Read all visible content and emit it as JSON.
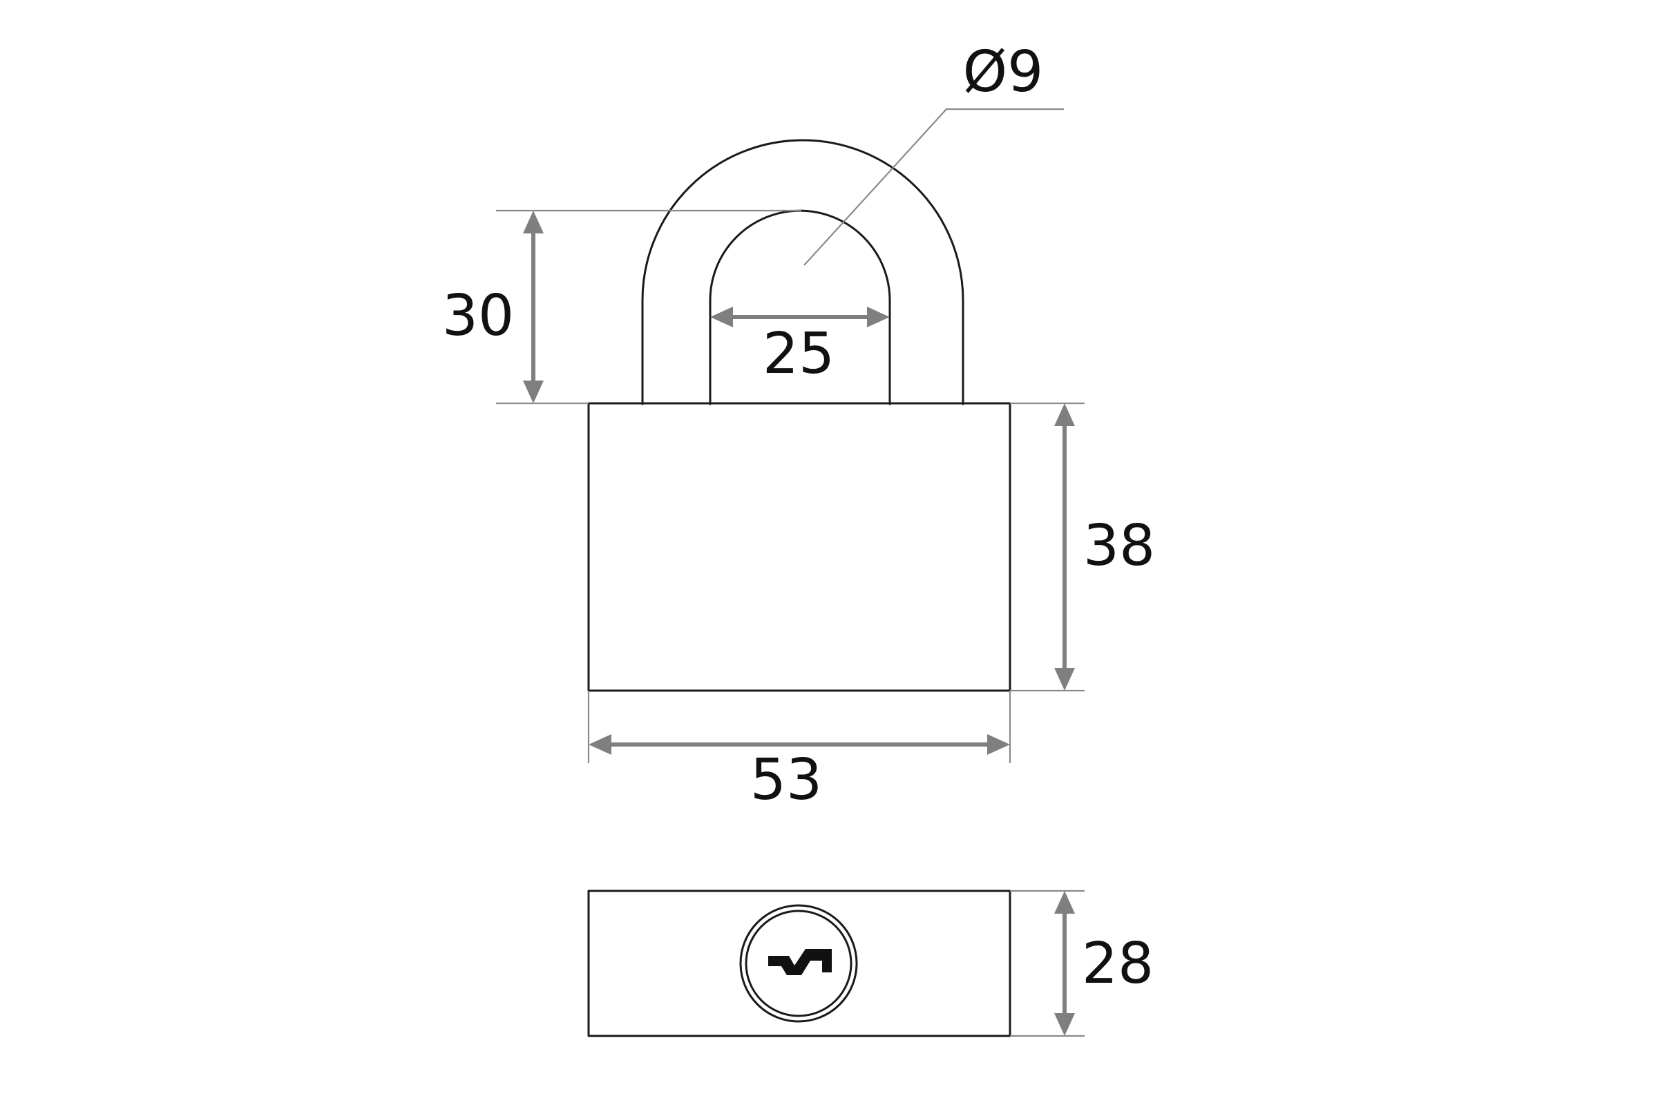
{
  "dimensions": {
    "shackle_height": "30",
    "shackle_inner_width": "25",
    "shackle_diameter": "Ø9",
    "body_height": "38",
    "body_width": "53",
    "body_depth": "28"
  },
  "colors": {
    "outline": "#1a1a1a",
    "dimension_line": "#7f7f7f",
    "text": "#111111",
    "background": "#ffffff"
  },
  "icons": {
    "keyhole": "keyhole-icon"
  }
}
